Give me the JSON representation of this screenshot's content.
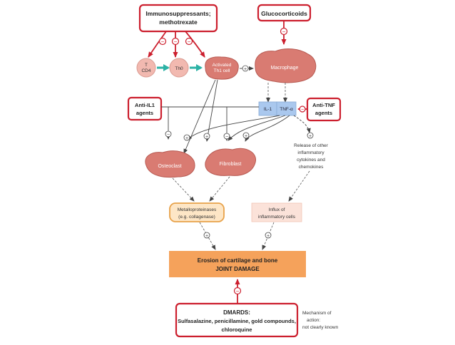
{
  "diagram": {
    "boxes": {
      "immunosuppressants": [
        "Immunosuppressants;",
        "methotrexate"
      ],
      "glucocorticoids": "Glucocorticoids",
      "anti_il1": [
        "Anti-IL1",
        "agents"
      ],
      "anti_tnf": [
        "Anti-TNF",
        "agents"
      ],
      "dmards": [
        "DMARDS:",
        "Sulfasalazine, penicillamine, gold compounds,",
        "chloroquine"
      ],
      "erosion": [
        "Erosion of cartilage and bone",
        "JOINT DAMAGE"
      ],
      "metalloproteinases": [
        "Metalloproteinases",
        "(e.g. collagenase)"
      ],
      "influx": [
        "Influx of",
        "inflammatory cells"
      ]
    },
    "cells": {
      "tcd4": [
        "T",
        "CD4"
      ],
      "th0": "Th0",
      "th1": [
        "Activated",
        "Th1 cell"
      ],
      "macrophage": "Macrophage",
      "osteoclast": "Osteoclast",
      "fibroblast": "Fibroblast"
    },
    "cytokines": {
      "il1": "IL-1",
      "tnf": "TNF-α"
    },
    "release_text": [
      "Release of other",
      "inflammatory",
      "cytokines and",
      "chemokines"
    ],
    "mechanism_note": [
      "Mechanism of",
      "action:",
      "not clearly known"
    ],
    "signs": {
      "minus": "−",
      "plus": "+"
    }
  },
  "colors": {
    "inhibit": "#cc1f2e",
    "cell": "#d97b72",
    "cell_dark": "#b75a52",
    "th0_fill": "#f2b9b0",
    "cytokine_fill": "#aac8ee",
    "erosion_fill": "#f5a25b",
    "metallo_fill": "#fde6c6",
    "influx_fill": "#fbe2d9",
    "teal": "#2bb2a5"
  }
}
